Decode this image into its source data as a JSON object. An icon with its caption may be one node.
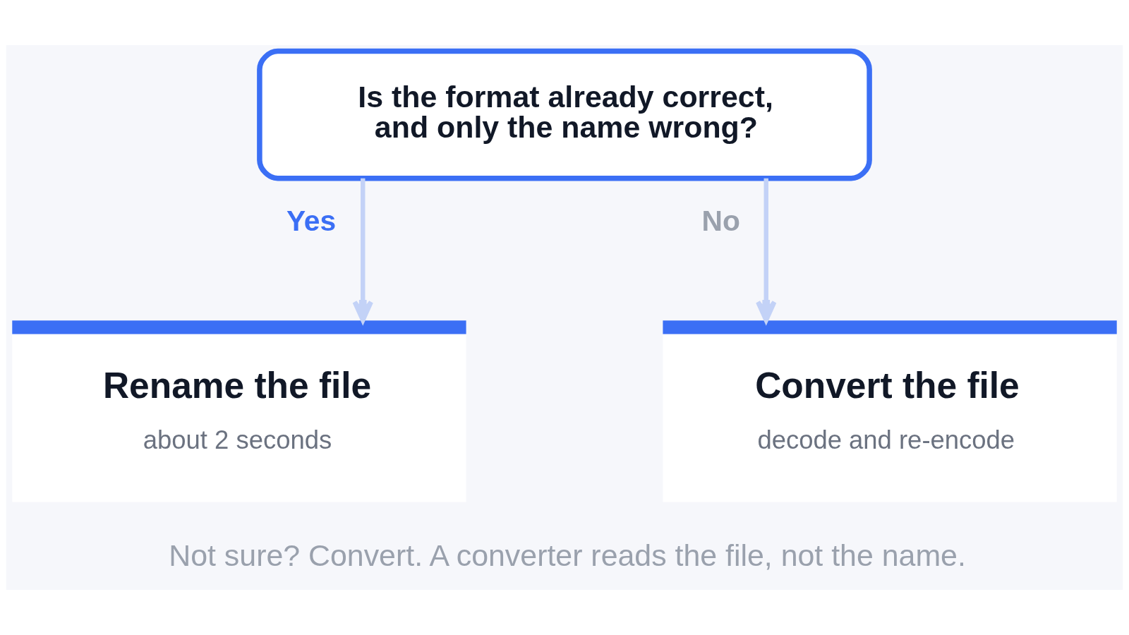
{
  "diagram": {
    "caption": "Not sure? Convert. A converter reads the file, not the name.",
    "nodes": [
      {
        "text": [
          "Is the format already correct, and only the name wrong?"
        ]
      },
      {
        "text": [
          "Rename the file",
          "about 2 seconds"
        ]
      },
      {
        "text": [
          "Convert the file",
          "decode and re-encode"
        ]
      }
    ],
    "edges": [
      {
        "from": 0,
        "to": 1,
        "arrow": "to",
        "label": "Yes"
      },
      {
        "from": 0,
        "to": 2,
        "arrow": "to",
        "label": "No"
      }
    ]
  }
}
